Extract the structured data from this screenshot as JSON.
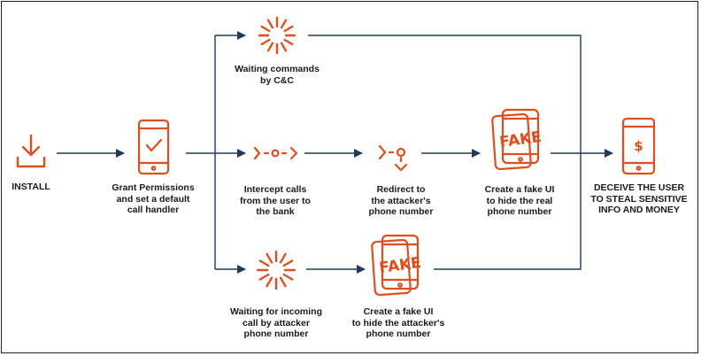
{
  "colors": {
    "accent": "#e04e1e",
    "line": "#1f3b5c",
    "text": "#1a1a1a"
  },
  "nodes": {
    "install": {
      "icon": "download-icon",
      "lines": [
        "INSTALL"
      ]
    },
    "grant_permissions": {
      "icon": "phone-check-icon",
      "lines": [
        "Grant Permissions",
        "and set a default",
        "call handler"
      ]
    },
    "waiting_commands": {
      "icon": "loading-burst-icon",
      "lines": [
        "Waiting commands",
        "by C&C"
      ]
    },
    "intercept_calls": {
      "icon": "intercept-icon",
      "lines": [
        "Intercept calls",
        "from the user to",
        "the bank"
      ]
    },
    "redirect": {
      "icon": "redirect-icon",
      "lines": [
        "Redirect to",
        "the attacker's",
        "phone number"
      ]
    },
    "fake_ui_real": {
      "icon": "fake-phone-icon",
      "badge": "FAKE",
      "lines": [
        "Create a fake UI",
        "to hide the real",
        "phone number"
      ]
    },
    "deceive": {
      "icon": "phone-dollar-icon",
      "glyph": "$",
      "lines": [
        "DECEIVE THE USER",
        "TO STEAL SENSITIVE",
        "INFO AND MONEY"
      ]
    },
    "waiting_incoming": {
      "icon": "loading-burst-icon",
      "lines": [
        "Waiting for incoming",
        "call by attacker",
        "phone number"
      ]
    },
    "fake_ui_attacker": {
      "icon": "fake-phone-icon",
      "badge": "FAKE",
      "lines": [
        "Create a fake UI",
        "to hide the attacker's",
        "phone number"
      ]
    }
  }
}
